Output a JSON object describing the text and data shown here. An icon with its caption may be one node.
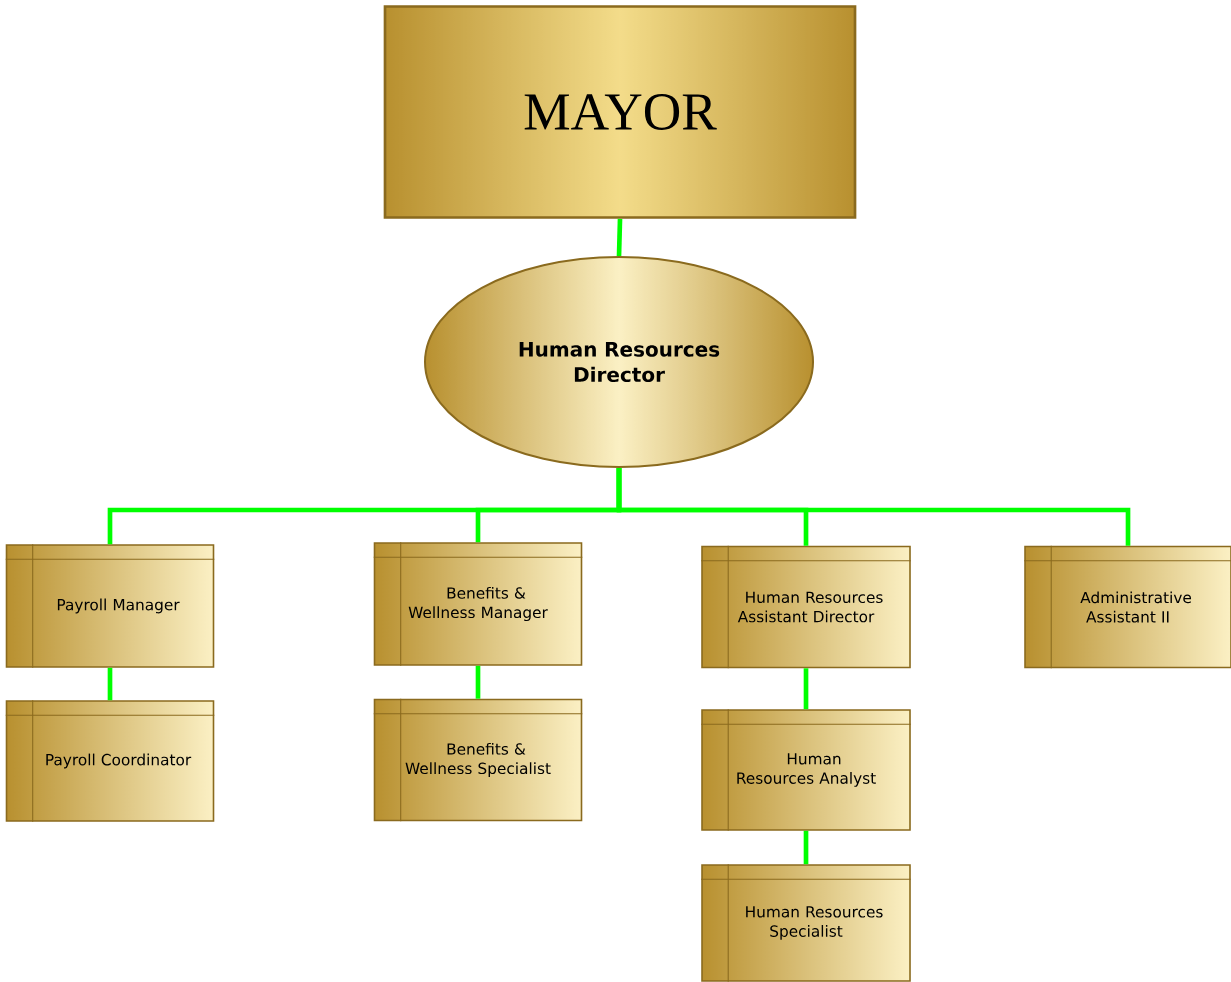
{
  "diagram": {
    "nodes": [
      {
        "text": [
          "MAYOR"
        ]
      },
      {
        "text": [
          "Human Resources Director"
        ]
      },
      {
        "text": [
          "Payroll Manager"
        ]
      },
      {
        "text": [
          "Payroll Coordinator"
        ]
      },
      {
        "text": [
          "Benefits & Wellness Manager"
        ]
      },
      {
        "text": [
          "Benefits & Wellness Specialist"
        ]
      },
      {
        "text": [
          "Human Resources Assistant Director"
        ]
      },
      {
        "text": [
          "Human Resources Analyst"
        ]
      },
      {
        "text": [
          "Human Resources Specialist"
        ]
      },
      {
        "text": [
          "Administrative Assistant II"
        ]
      }
    ],
    "edges": [
      {
        "from": 0,
        "to": 1,
        "arrow": "none"
      },
      {
        "from": 1,
        "to": 2,
        "arrow": "none"
      },
      {
        "from": 1,
        "to": 4,
        "arrow": "none"
      },
      {
        "from": 1,
        "to": 6,
        "arrow": "none"
      },
      {
        "from": 1,
        "to": 9,
        "arrow": "none"
      },
      {
        "from": 2,
        "to": 3,
        "arrow": "none"
      },
      {
        "from": 4,
        "to": 5,
        "arrow": "none"
      },
      {
        "from": 6,
        "to": 7,
        "arrow": "none"
      },
      {
        "from": 7,
        "to": 8,
        "arrow": "none"
      }
    ]
  }
}
